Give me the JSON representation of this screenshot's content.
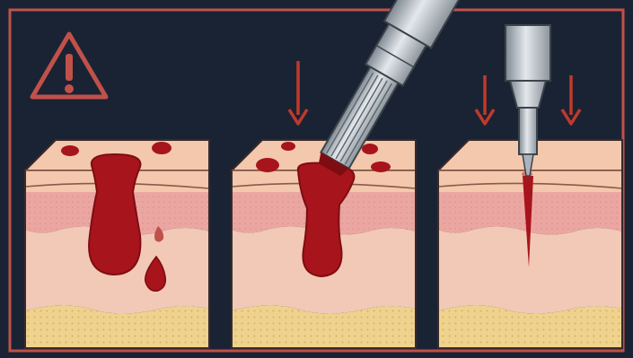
{
  "colors": {
    "background": "#1a2333",
    "frame": "#c0514a",
    "warning": "#c0514a",
    "arrow": "#c0392b",
    "blood": "#a8141c",
    "blood_dark": "#7d0d12",
    "skin_top": "#f3c8ad",
    "dermis": "#eba6a2",
    "hypodermis": "#f2c9b6",
    "fat": "#efd28e",
    "needle": "#aab3bc"
  },
  "icons": {
    "warning": "warning-triangle-icon",
    "arrow": "arrow-down-icon"
  },
  "panels": [
    {
      "name": "skin-panel-deep-wound",
      "tool": "none",
      "arrows": 0
    },
    {
      "name": "skin-panel-multi-needle",
      "tool": "multi-needle-cartridge",
      "arrows": 1
    },
    {
      "name": "skin-panel-single-needle",
      "tool": "single-needle",
      "arrows": 2
    }
  ]
}
